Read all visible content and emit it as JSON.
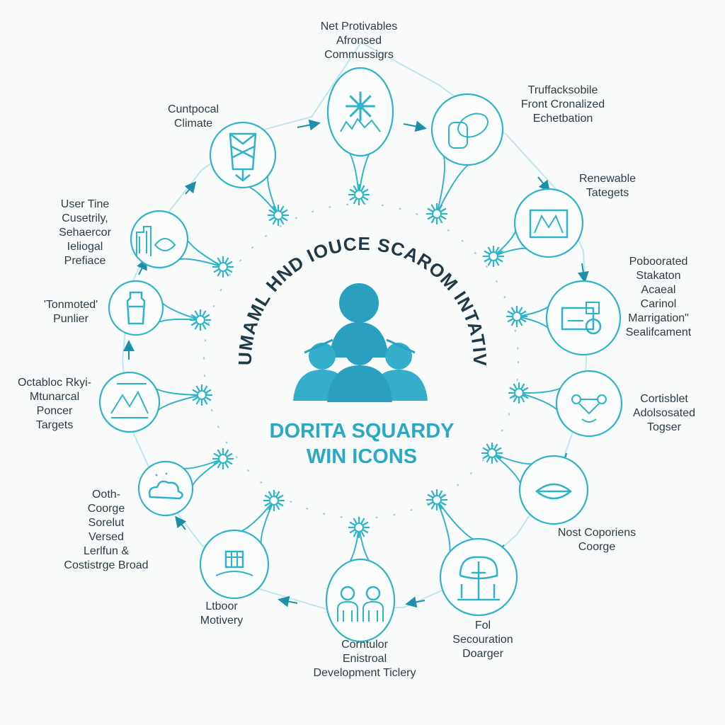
{
  "center": {
    "arc_title": "CUMAML HND IOUCE SCAROM INTATIVE",
    "subtitle_line1": "DORITA SQUARDY",
    "subtitle_line2": "WIN ICONS"
  },
  "colors": {
    "accent": "#2aa8c4",
    "teal": "#2fb3c8",
    "center_figure": "#2a9fc0",
    "label": "#2c3c44",
    "background": "#f9fafa"
  },
  "nodes": [
    {
      "icon": "sparkle-icon",
      "label": [
        "Net Protivables",
        "Afronsed",
        "Commussigrs"
      ]
    },
    {
      "icon": "hands-icon",
      "label": [
        "Truffacksobile",
        "Front Cronalized",
        "Echetbation"
      ]
    },
    {
      "icon": "panel-icon",
      "label": [
        "Renewable",
        "Tategets"
      ]
    },
    {
      "icon": "monitor-icon",
      "label": [
        "Poboorated",
        "Stakaton",
        "Acaeal",
        "Carinol",
        "Marrigation\"",
        "Sealifcament"
      ]
    },
    {
      "icon": "network-icon",
      "label": [
        "Cortisblet",
        "Adolsosated",
        "Togser"
      ]
    },
    {
      "icon": "lips-icon",
      "label": [
        "Nost Coporiens",
        "Coorge"
      ]
    },
    {
      "icon": "tree-icon",
      "label": [
        "Fol",
        "Secouration",
        "Doarger"
      ]
    },
    {
      "icon": "people-icon",
      "label": [
        "Corntulor",
        "Enistroal",
        "Development Ticlery"
      ]
    },
    {
      "icon": "building-icon",
      "label": [
        "Ltboor",
        "Motivery"
      ]
    },
    {
      "icon": "cloud-icon",
      "label": [
        "Ooth-",
        "Coorge",
        "Sorelut",
        "Versed",
        "Lerlfun &",
        "Costistrge Broad"
      ]
    },
    {
      "icon": "landscape-icon",
      "label": [
        "Octabloc Rkyi-",
        "Mtunarcal",
        "Poncer",
        "Targets"
      ]
    },
    {
      "icon": "bottle-icon",
      "label": [
        "'Tonmoted'",
        "Punlier"
      ]
    },
    {
      "icon": "city-icon",
      "label": [
        "User Tine",
        "Cusetrily,",
        "Sehaercor",
        "Ieliogal",
        "Prefiace"
      ]
    },
    {
      "icon": "tower-icon",
      "label": [
        "Cuntpocal",
        "Climate"
      ]
    }
  ]
}
